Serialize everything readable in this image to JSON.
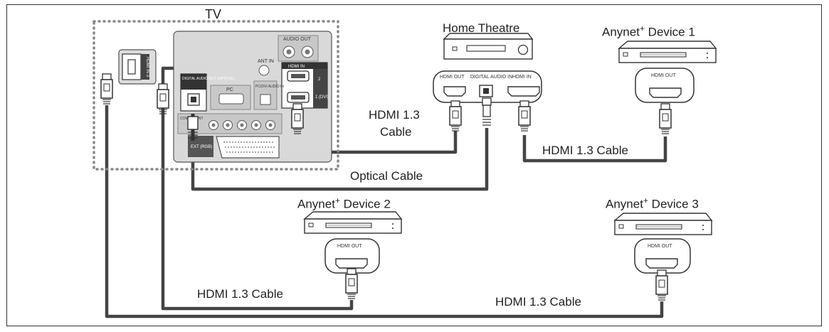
{
  "tv": {
    "title": "TV"
  },
  "tv_panel": {
    "hdmi3": "HDMI IN 3",
    "audio_out": "AUDIO OUT",
    "ant_in": "ANT IN",
    "hdmi_in": "HDMI IN",
    "port2": "2",
    "port1": "1 (DVI)",
    "digital_audio_out": "DIGITAL AUDIO OUT (OPTICAL)",
    "pc": "PC",
    "pc_dvi_audio": "PC/DVI AUDIO IN",
    "component": "COMPONENT",
    "ext": "EXT (RGB)"
  },
  "home_theatre": {
    "title": "Home Theatre",
    "hdmi_out": "HDMI OUT",
    "digital_audio_in": "DIGITAL AUDIO IN",
    "hdmi_in": "HDMI IN"
  },
  "devices": [
    {
      "name": "Anynet",
      "suffix": "+",
      "rest": " Device 1",
      "port": "HDMI OUT"
    },
    {
      "name": "Anynet",
      "suffix": "+",
      "rest": " Device 2",
      "port": "HDMI OUT"
    },
    {
      "name": "Anynet",
      "suffix": "+",
      "rest": " Device 3",
      "port": "HDMI OUT"
    }
  ],
  "cables": {
    "tv_to_ht_line1": "HDMI 1.3",
    "tv_to_ht_line2": "Cable",
    "ht_to_device1": "HDMI 1.3 Cable",
    "optical": "Optical Cable",
    "to_device2": "HDMI 1.3 Cable",
    "to_device3": "HDMI 1.3 Cable"
  }
}
